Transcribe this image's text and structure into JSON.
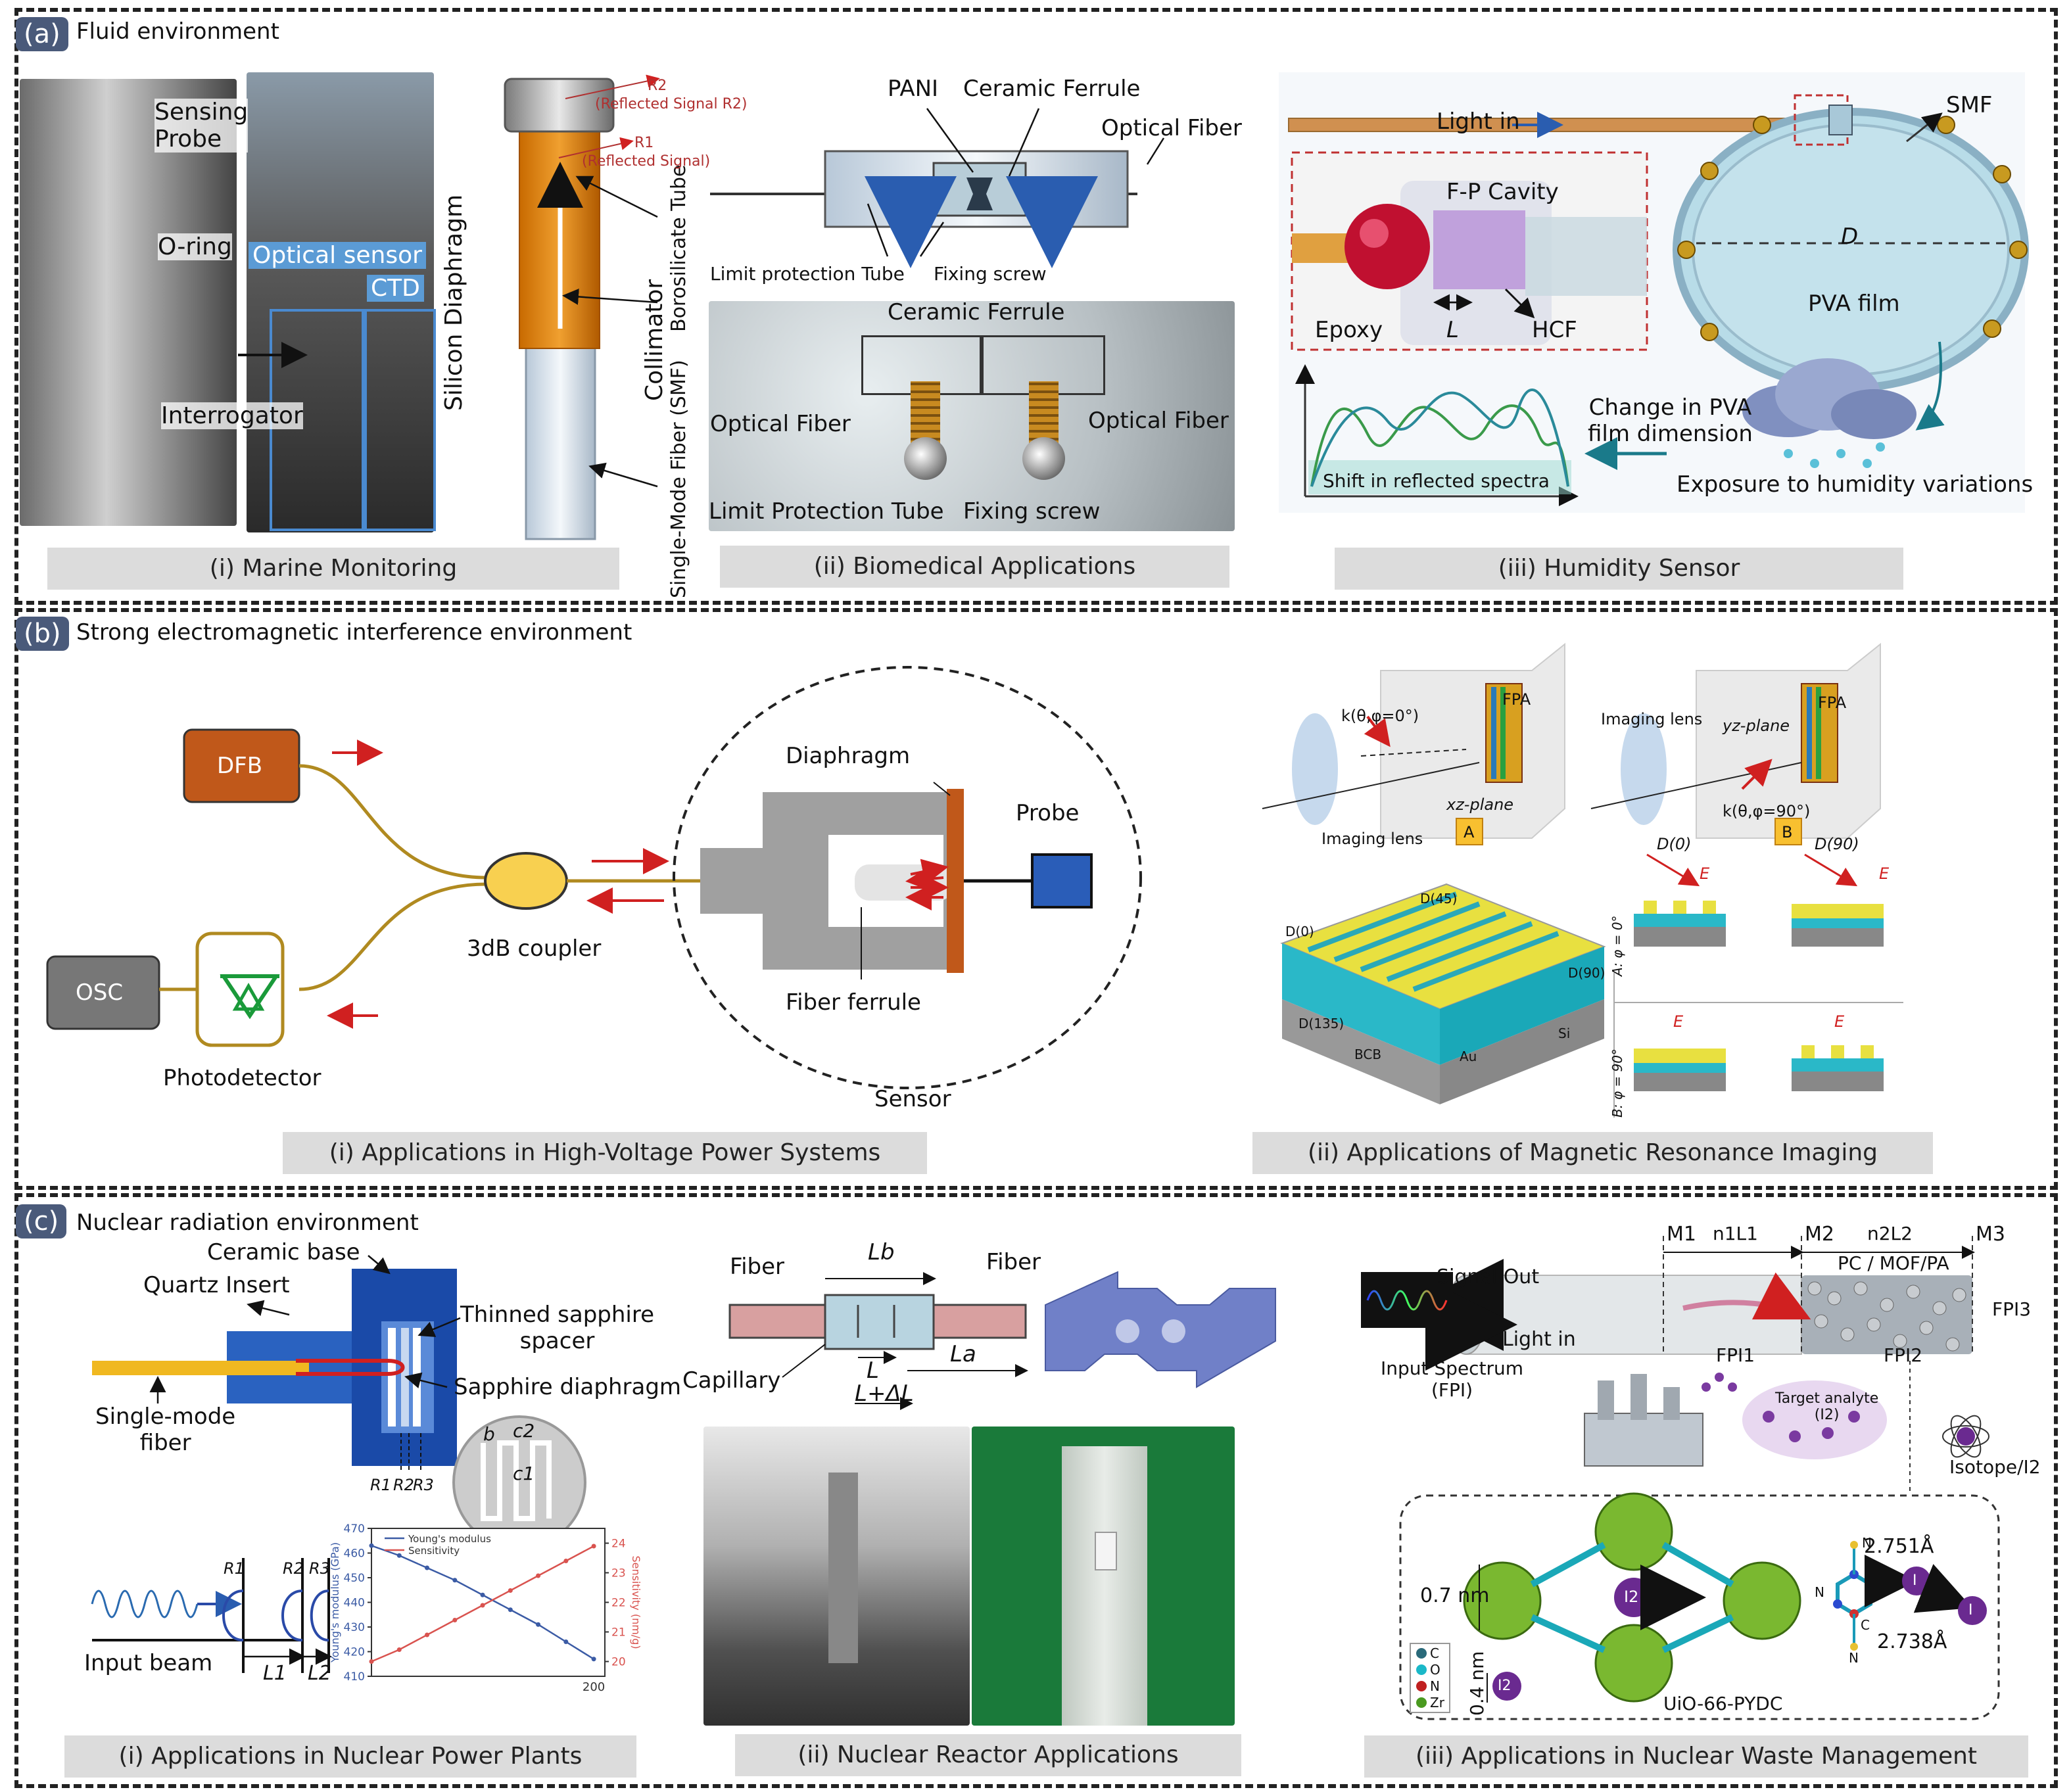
{
  "panels": [
    {
      "label": "(a)",
      "title": "Fluid environment"
    },
    {
      "label": "(b)",
      "title": "Strong electromagnetic interference environment"
    },
    {
      "label": "(c)",
      "title": "Nuclear radiation environment"
    }
  ],
  "a": {
    "captions": [
      "(i) Marine Monitoring",
      "(ii) Biomedical Applications",
      "(iii) Humidity Sensor"
    ],
    "marine": {
      "sensing_probe": "Sensing\nProbe",
      "o_ring": "O-ring",
      "optical_sensor": "Optical sensor",
      "ctd": "CTD",
      "interrogator": "Interrogator",
      "silicon_diaphragm": "Silicon Diaphragm",
      "collimator": "Collimator",
      "borosilicate": "Borosilicate Tube",
      "smf": "Single-Mode Fiber (SMF)",
      "r2": "R2",
      "r2_sub": "(Reflected Signal R2)",
      "r1": "R1",
      "r1_sub": "(Reflected Signal)"
    },
    "bio": {
      "pani": "PANI",
      "ceramic_ferrule": "Ceramic Ferrule",
      "optical_fiber": "Optical Fiber",
      "limit_tube": "Limit protection Tube",
      "fixing_screw": "Fixing screw",
      "photo_ceramic": "Ceramic Ferrule",
      "photo_fiber_left": "Optical Fiber",
      "photo_fiber_right": "Optical Fiber",
      "photo_limit": "Limit Protection Tube",
      "photo_screw": "Fixing screw"
    },
    "humidity": {
      "light_in": "Light in",
      "smf": "SMF",
      "fp_cavity": "F-P Cavity",
      "epoxy": "Epoxy",
      "l": "L",
      "hcf": "HCF",
      "d": "D",
      "pva_film": "PVA film",
      "change": "Change in PVA\nfilm dimension",
      "exposure": "Exposure to humidity variations",
      "shift": "Shift in reflected spectra"
    }
  },
  "b": {
    "captions": [
      "(i) Applications in High-Voltage Power Systems",
      "(ii) Applications of Magnetic Resonance Imaging"
    ],
    "hv": {
      "dfb": "DFB",
      "osc": "OSC",
      "coupler": "3dB coupler",
      "photodetector": "Photodetector",
      "diaphragm": "Diaphragm",
      "probe": "Probe",
      "fiber_ferrule": "Fiber ferrule",
      "sensor": "Sensor"
    },
    "mri": {
      "fpa": "FPA",
      "imaging_lens": "Imaging lens",
      "xz_plane": "xz-plane",
      "yz_plane": "yz-plane",
      "k0": "k(θ,φ=0°)",
      "k90": "k(θ,φ=90°)",
      "a": "A",
      "b": "B",
      "d0": "D(0)",
      "d45": "D(45)",
      "d90": "D(90)",
      "d135": "D(135)",
      "bcb": "BCB",
      "au": "Au",
      "si": "Si",
      "phi0": "A: φ = 0°",
      "phi90": "B: φ = 90°",
      "e": "E"
    }
  },
  "c": {
    "captions": [
      "(i) Applications in Nuclear Power Plants",
      "(ii) Nuclear Reactor Applications",
      "(iii) Applications in Nuclear Waste Management"
    ],
    "npp": {
      "ceramic_base": "Ceramic base",
      "quartz_insert": "Quartz Insert",
      "thinned_sapphire": "Thinned sapphire\nspacer",
      "sapphire_diaphragm": "Sapphire diaphragm",
      "single_mode_fiber": "Single-mode\nfiber",
      "r_labels": [
        "R1",
        "R2",
        "R3"
      ],
      "input_beam": "Input beam",
      "l1": "L1",
      "l2": "L2",
      "b": "b",
      "c1": "c1",
      "c2": "c2"
    },
    "reactor": {
      "fiber_left": "Fiber",
      "fiber_right": "Fiber",
      "lb": "Lb",
      "la": "La",
      "l": "L",
      "capillary": "Capillary",
      "l_dl": "L+ΔL"
    },
    "waste": {
      "m1": "M1",
      "m2": "M2",
      "m3": "M3",
      "n1l1": "n1L1",
      "n2l2": "n2L2",
      "pc_mof": "PC / MOF/PA",
      "signal_out": "Signal Out",
      "light_in": "Light in",
      "input_spectrum": "Input Spectrum\n(FPI)",
      "fpi1": "FPI1",
      "fpi2": "FPI2",
      "fpi3": "FPI3",
      "target": "Target analyte\n(I2)",
      "isotope": "Isotope/I2",
      "nm07": "0.7 nm",
      "nm04": "0.4 nm",
      "uio": "UiO-66-PYDC",
      "d1": "2.751Å",
      "d2": "2.738Å",
      "legend": [
        "C",
        "O",
        "N",
        "Zr"
      ],
      "i2": "I2",
      "n": "N",
      "cc": "C",
      "i": "I"
    }
  },
  "chart_data": {
    "type": "line",
    "x": [
      0,
      25,
      50,
      75,
      100,
      125,
      150,
      175,
      200
    ],
    "series": [
      {
        "name": "Young's modulus",
        "values": [
          463,
          459,
          454,
          449,
          443,
          437,
          431,
          424,
          417
        ]
      },
      {
        "name": "Sensitivity",
        "values": [
          20.0,
          20.4,
          20.9,
          21.4,
          21.9,
          22.4,
          22.9,
          23.4,
          23.9
        ]
      }
    ],
    "ylabel": "Young's modulus (GPa)",
    "y2label": "Sensitivity (nm/g)",
    "ylim": [
      410,
      470
    ],
    "y2lim": [
      19.5,
      24.5
    ],
    "yticks": [
      410,
      420,
      430,
      440,
      450,
      460,
      470
    ],
    "y2ticks": [
      20,
      21,
      22,
      23,
      24
    ],
    "xticks": [
      200
    ],
    "colors": {
      "Young's modulus": "#3b5ba5",
      "Sensitivity": "#d9534f"
    }
  }
}
